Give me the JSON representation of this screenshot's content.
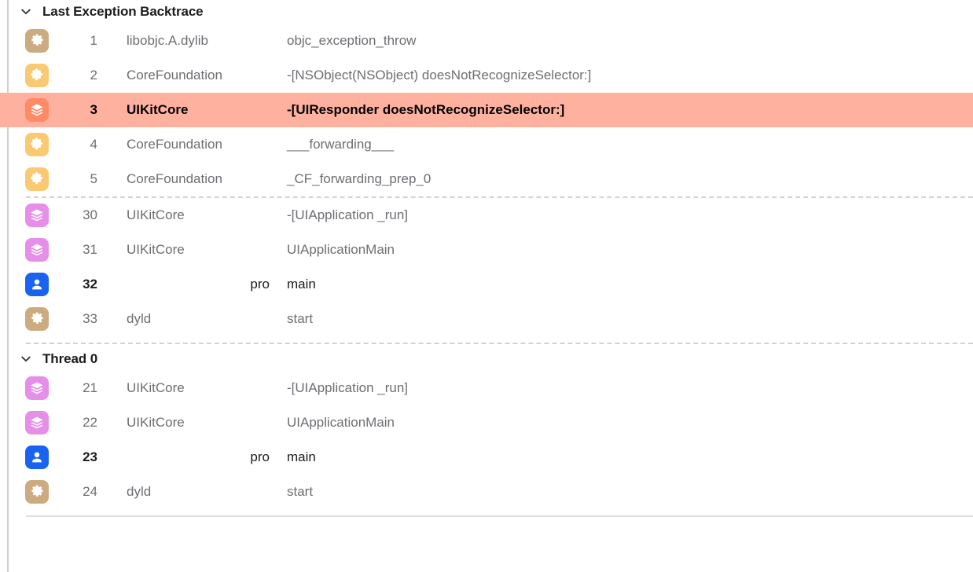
{
  "panel": {
    "name": "debug-navigator-backtrace",
    "accent_selected_row_color": "#ffb1a0",
    "text_secondary_color": "#6e6e73",
    "text_primary_color": "#1c1c1e"
  },
  "sections": [
    {
      "title": "Last Exception Backtrace",
      "chevron": "chevron-down-icon",
      "expanded": true,
      "frames": [
        {
          "icon": "gear-icon",
          "icon_bg": "#cdab80",
          "index": "1",
          "module": "libobjc.A.dylib",
          "function": "objc_exception_throw",
          "selected": false,
          "user_code": false,
          "module_align": "left"
        },
        {
          "icon": "puzzle-icon",
          "icon_bg": "#f9ca72",
          "index": "2",
          "module": "CoreFoundation",
          "function": "-[NSObject(NSObject) doesNotRecognizeSelector:]",
          "selected": false,
          "user_code": false,
          "module_align": "left"
        },
        {
          "icon": "layers-icon",
          "icon_bg": "#ff8a65",
          "index": "3",
          "module": "UIKitCore",
          "function": "-[UIResponder doesNotRecognizeSelector:]",
          "selected": true,
          "user_code": false,
          "module_align": "left"
        },
        {
          "icon": "puzzle-icon",
          "icon_bg": "#f9ca72",
          "index": "4",
          "module": "CoreFoundation",
          "function": "___forwarding___",
          "selected": false,
          "user_code": false,
          "module_align": "left"
        },
        {
          "icon": "puzzle-icon",
          "icon_bg": "#f9ca72",
          "index": "5",
          "module": "CoreFoundation",
          "function": "_CF_forwarding_prep_0",
          "selected": false,
          "user_code": false,
          "module_align": "left"
        },
        {
          "separator_before": "dashed",
          "icon": "layers-icon",
          "icon_bg": "#e68fe8",
          "index": "30",
          "module": "UIKitCore",
          "function": "-[UIApplication _run]",
          "selected": false,
          "user_code": false,
          "module_align": "left"
        },
        {
          "icon": "layers-icon",
          "icon_bg": "#e68fe8",
          "index": "31",
          "module": "UIKitCore",
          "function": "UIApplicationMain",
          "selected": false,
          "user_code": false,
          "module_align": "left"
        },
        {
          "icon": "person-icon",
          "icon_bg": "#1a63f0",
          "index": "32",
          "module": "pro",
          "function": "main",
          "selected": false,
          "user_code": true,
          "module_align": "right"
        },
        {
          "icon": "gear-icon",
          "icon_bg": "#cdab80",
          "index": "33",
          "module": "dyld",
          "function": "start",
          "selected": false,
          "user_code": false,
          "module_align": "left"
        }
      ]
    },
    {
      "title": "Thread 0",
      "chevron": "chevron-down-icon",
      "expanded": true,
      "separator_before": "dashed",
      "frames": [
        {
          "icon": "layers-icon",
          "icon_bg": "#e68fe8",
          "index": "21",
          "module": "UIKitCore",
          "function": "-[UIApplication _run]",
          "selected": false,
          "user_code": false,
          "module_align": "left"
        },
        {
          "icon": "layers-icon",
          "icon_bg": "#e68fe8",
          "index": "22",
          "module": "UIKitCore",
          "function": "UIApplicationMain",
          "selected": false,
          "user_code": false,
          "module_align": "left"
        },
        {
          "icon": "person-icon",
          "icon_bg": "#1a63f0",
          "index": "23",
          "module": "pro",
          "function": "main",
          "selected": false,
          "user_code": true,
          "module_align": "right"
        },
        {
          "icon": "gear-icon",
          "icon_bg": "#cdab80",
          "index": "24",
          "module": "dyld",
          "function": "start",
          "selected": false,
          "user_code": false,
          "module_align": "left"
        }
      ],
      "separator_after": "solid"
    }
  ]
}
